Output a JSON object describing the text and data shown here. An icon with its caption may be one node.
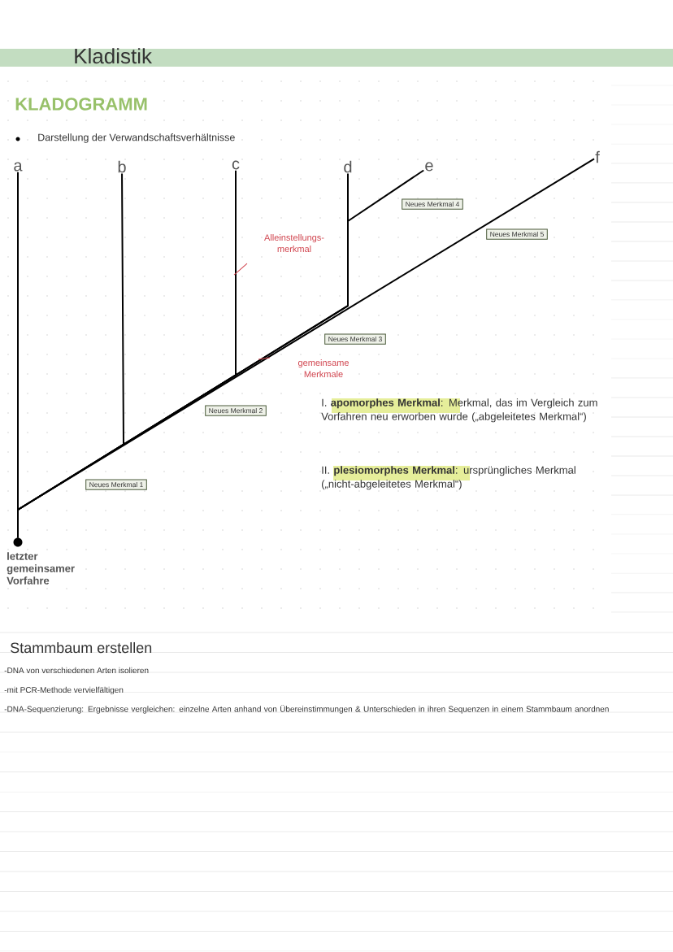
{
  "diagram": {
    "title": "Kladistik",
    "nodes": [
      {
        "text": [
          "a"
        ]
      },
      {
        "text": [
          "b"
        ]
      },
      {
        "text": [
          "c"
        ]
      },
      {
        "text": [
          "d"
        ]
      },
      {
        "text": [
          "e"
        ]
      },
      {
        "text": [
          "f"
        ]
      },
      {
        "text": [],
        "shape": "circle",
        "beside": [
          "letzter gemeinsamer Vorfahre"
        ]
      },
      {
        "text": [
          "Neues Merkmal 1"
        ]
      },
      {
        "text": [
          "Neues Merkmal 2"
        ]
      },
      {
        "text": [
          "Neues Merkmal 3"
        ]
      },
      {
        "text": [
          "Neues Merkmal 4"
        ]
      },
      {
        "text": [
          "Neues Merkmal 5"
        ]
      }
    ],
    "edges": [
      {
        "from": 6,
        "to": 0,
        "arrow": "none"
      },
      {
        "from": 6,
        "to": 1,
        "arrow": "none"
      },
      {
        "from": 6,
        "to": 2,
        "arrow": "none"
      },
      {
        "from": 6,
        "to": 3,
        "arrow": "none"
      },
      {
        "from": 6,
        "to": 4,
        "arrow": "none"
      },
      {
        "from": 6,
        "to": 5,
        "arrow": "none"
      }
    ],
    "labels": [
      "KLADOGRAMM",
      "Darstellung der Verwandschaftsverhältnisse",
      "Alleinstellungs-merkmal",
      "gemeinsame Merkmale",
      "I. **apomorphes Merkmal**: Merkmal, das im Vergleich zum Vorfahren neu erworben wurde („abgeleitetes Merkmal“)",
      "II. **plesiomorphes Merkmal**: ursprüngliches Merkmal („nicht-abgeleitetes Merkmal“)",
      "Stammbaum erstellen",
      "-DNA von verschiedenen Arten isolieren",
      "-mit PCR-Methode vervielfältigen",
      "-DNA-Sequenzierung: Ergebnisse vergleichen: einzelne Arten anhand von Übereinstimmungen & Unterschieden in ihren Sequenzen in einem Stammbaum anordnen"
    ]
  }
}
